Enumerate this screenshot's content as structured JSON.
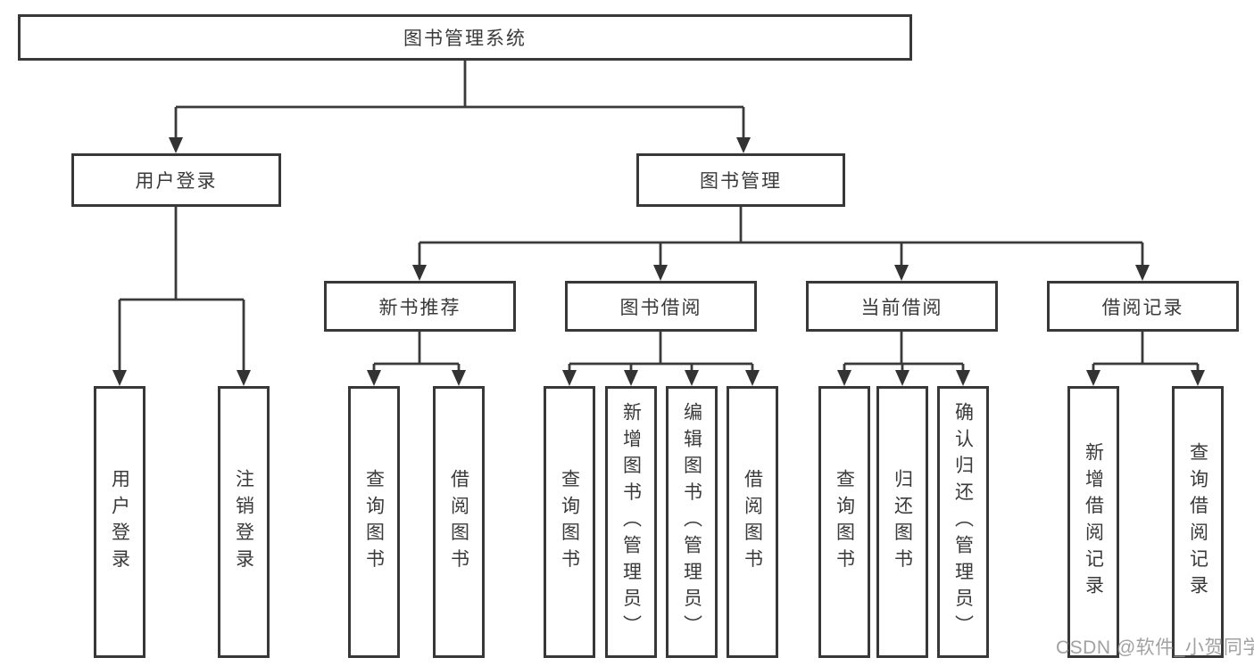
{
  "diagram": {
    "title": "图书管理系统",
    "root": {
      "label": "图书管理系统"
    },
    "level2": [
      {
        "id": "user-login",
        "label": "用户登录",
        "parent": "图书管理系统"
      },
      {
        "id": "book-management",
        "label": "图书管理",
        "parent": "图书管理系统"
      }
    ],
    "level3": [
      {
        "id": "new-book-recommend",
        "label": "新书推荐",
        "parent": "图书管理"
      },
      {
        "id": "book-borrow",
        "label": "图书借阅",
        "parent": "图书管理"
      },
      {
        "id": "current-borrow",
        "label": "当前借阅",
        "parent": "图书管理"
      },
      {
        "id": "borrow-record",
        "label": "借阅记录",
        "parent": "图书管理"
      }
    ],
    "leaves": [
      {
        "label": "用户登录",
        "parent": "用户登录"
      },
      {
        "label": "注销登录",
        "parent": "用户登录"
      },
      {
        "label": "查询图书",
        "parent": "新书推荐"
      },
      {
        "label": "借阅图书",
        "parent": "新书推荐"
      },
      {
        "label": "查询图书",
        "parent": "图书借阅"
      },
      {
        "label": "新增图书（管理员）",
        "parent": "图书借阅"
      },
      {
        "label": "编辑图书（管理员）",
        "parent": "图书借阅"
      },
      {
        "label": "借阅图书",
        "parent": "图书借阅"
      },
      {
        "label": "查询图书",
        "parent": "当前借阅"
      },
      {
        "label": "归还图书",
        "parent": "当前借阅"
      },
      {
        "label": "确认归还（管理员）",
        "parent": "当前借阅"
      },
      {
        "label": "新增借阅记录",
        "parent": "借阅记录"
      },
      {
        "label": "查询借阅记录",
        "parent": "借阅记录"
      }
    ]
  },
  "watermark": {
    "text": "CSDN @软件_小贺同学"
  },
  "colors": {
    "line": "#3a3a3a",
    "box_border": "#383838",
    "text": "#3a3a3a",
    "background": "#ffffff",
    "watermark": "#949494"
  }
}
